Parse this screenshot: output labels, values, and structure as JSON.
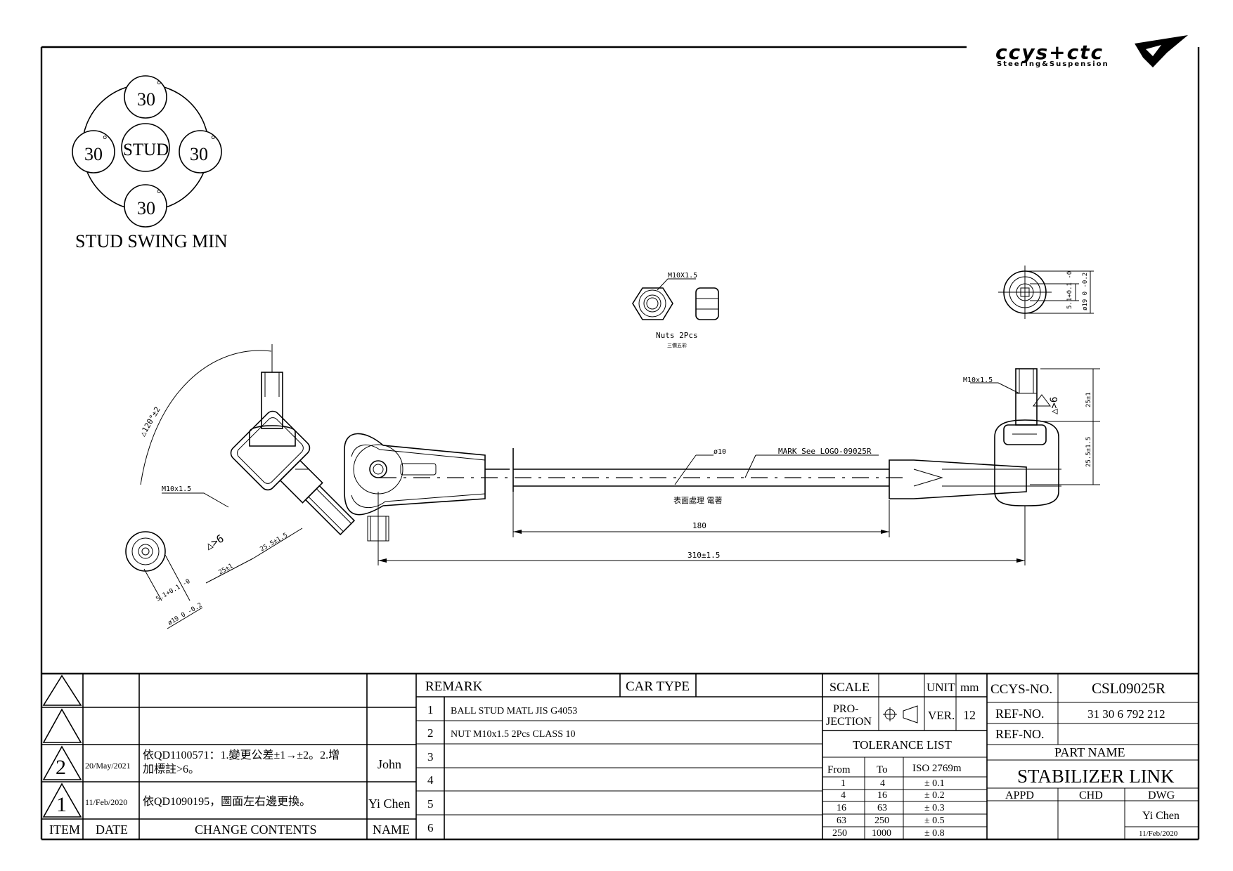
{
  "logo": {
    "text": "ccys+ctc",
    "tagline": "Steering&Suspension"
  },
  "swing": {
    "top": "30",
    "left": "30",
    "right": "30",
    "bottom": "30",
    "degree": "°",
    "center": "STUD",
    "title": "STUD SWING MIN"
  },
  "nuts": {
    "thread": "M10X1.5",
    "label": "Nuts 2Pcs",
    "sub": "三價五彩"
  },
  "end_view": {
    "dim_hole": "5.1+0.1 -0",
    "dim_dia": "ø19 0 -0.2"
  },
  "right_end": {
    "thread": "M10x1.5",
    "mark": "△>6",
    "dim_upper": "25±1",
    "dim_lower": "25.5±1.5"
  },
  "left_end": {
    "angle": "△120°±2",
    "thread": "M10x1.5",
    "mark": "△>6",
    "dim_a": "25.5±1.5",
    "dim_b": "25±1",
    "dim_hole": "5.1+0.1 -0",
    "dim_dia": "ø19 0 -0.2"
  },
  "rod": {
    "dia": "ø10",
    "mark": "MARK See LOGO-09025R",
    "surface": "表面處理  電著",
    "dim_inner": "180",
    "dim_total": "310±1.5"
  },
  "revisions": {
    "header": {
      "item": "ITEM",
      "date": "DATE",
      "contents": "CHANGE CONTENTS",
      "name": "NAME"
    },
    "rows": [
      {
        "item": "",
        "date": "",
        "contents": "",
        "name": ""
      },
      {
        "item": "",
        "date": "",
        "contents": "",
        "name": ""
      },
      {
        "item": "2",
        "date": "20/May/2021",
        "contents_line1": "依QD1100571：1.變更公差±1→±2。2.增",
        "contents_line2": "加標註>6。",
        "name": "John"
      },
      {
        "item": "1",
        "date": "11/Feb/2020",
        "contents_line1": "依QD1090195，圖面左右邊更換。",
        "contents_line2": "",
        "name": "Yi Chen"
      }
    ]
  },
  "remarks": {
    "header": "REMARK",
    "car_type": "CAR TYPE",
    "rows": [
      {
        "no": "1",
        "text": "BALL STUD MATL JIS G4053"
      },
      {
        "no": "2",
        "text": "NUT M10x1.5 2Pcs CLASS 10"
      },
      {
        "no": "3",
        "text": ""
      },
      {
        "no": "4",
        "text": ""
      },
      {
        "no": "5",
        "text": ""
      },
      {
        "no": "6",
        "text": ""
      }
    ]
  },
  "title_block": {
    "scale_label": "SCALE",
    "scale_value": "",
    "unit_label": "UNIT",
    "unit_value": "mm",
    "projection_line1": "PRO-",
    "projection_line2": "JECTION",
    "ver_label": "VER.",
    "ver_value": "12",
    "tolerance_title": "TOLERANCE LIST",
    "tolerance_header": {
      "from": "From",
      "to": "To",
      "std": "ISO 2769m"
    },
    "tolerance_rows": [
      {
        "from": "1",
        "to": "4",
        "tol": "± 0.1"
      },
      {
        "from": "4",
        "to": "16",
        "tol": "± 0.2"
      },
      {
        "from": "16",
        "to": "63",
        "tol": "± 0.3"
      },
      {
        "from": "63",
        "to": "250",
        "tol": "± 0.5"
      },
      {
        "from": "250",
        "to": "1000",
        "tol": "± 0.8"
      }
    ],
    "ccys_no_label": "CCYS-NO.",
    "ccys_no": "CSL09025R",
    "ref_no_label": "REF-NO.",
    "ref_no": "31 30 6 792 212",
    "ref_no2_label": "REF-NO.",
    "ref_no2": "",
    "part_name_label": "PART NAME",
    "part_name": "STABILIZER LINK",
    "appd": "APPD",
    "chd": "CHD",
    "dwg": "DWG",
    "dwg_name": "Yi Chen",
    "dwg_date": "11/Feb/2020"
  }
}
